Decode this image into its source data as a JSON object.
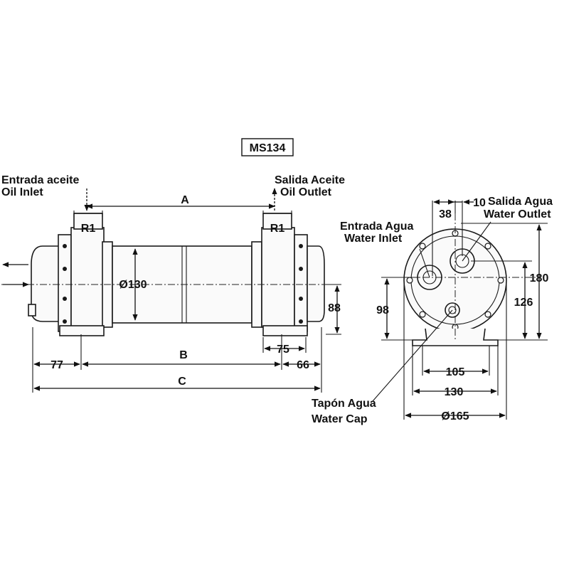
{
  "model": "MS134",
  "side_view": {
    "oil_inlet_es": "Entrada aceite",
    "oil_inlet_en": "Oil Inlet",
    "oil_outlet_es": "Salida Aceite",
    "oil_outlet_en": "Oil Outlet",
    "dim_a": "A",
    "dim_b": "B",
    "dim_c": "C",
    "port_left": "R1",
    "port_right": "R1",
    "body_diameter": "Ø130",
    "height_88": "88",
    "foot_75": "75",
    "offset_77": "77",
    "offset_66": "66"
  },
  "end_view": {
    "water_inlet_es": "Entrada Agua",
    "water_inlet_en": "Water Inlet",
    "water_outlet_es": "Salida Agua",
    "water_outlet_en": "Water Outlet",
    "water_cap_es": "Tapón Agua",
    "water_cap_en": "Water Cap",
    "dim_38": "38",
    "dim_10": "10",
    "dim_180": "180",
    "dim_126": "126",
    "dim_98": "98",
    "dim_105": "105",
    "dim_130": "130",
    "dim_165": "Ø165"
  }
}
